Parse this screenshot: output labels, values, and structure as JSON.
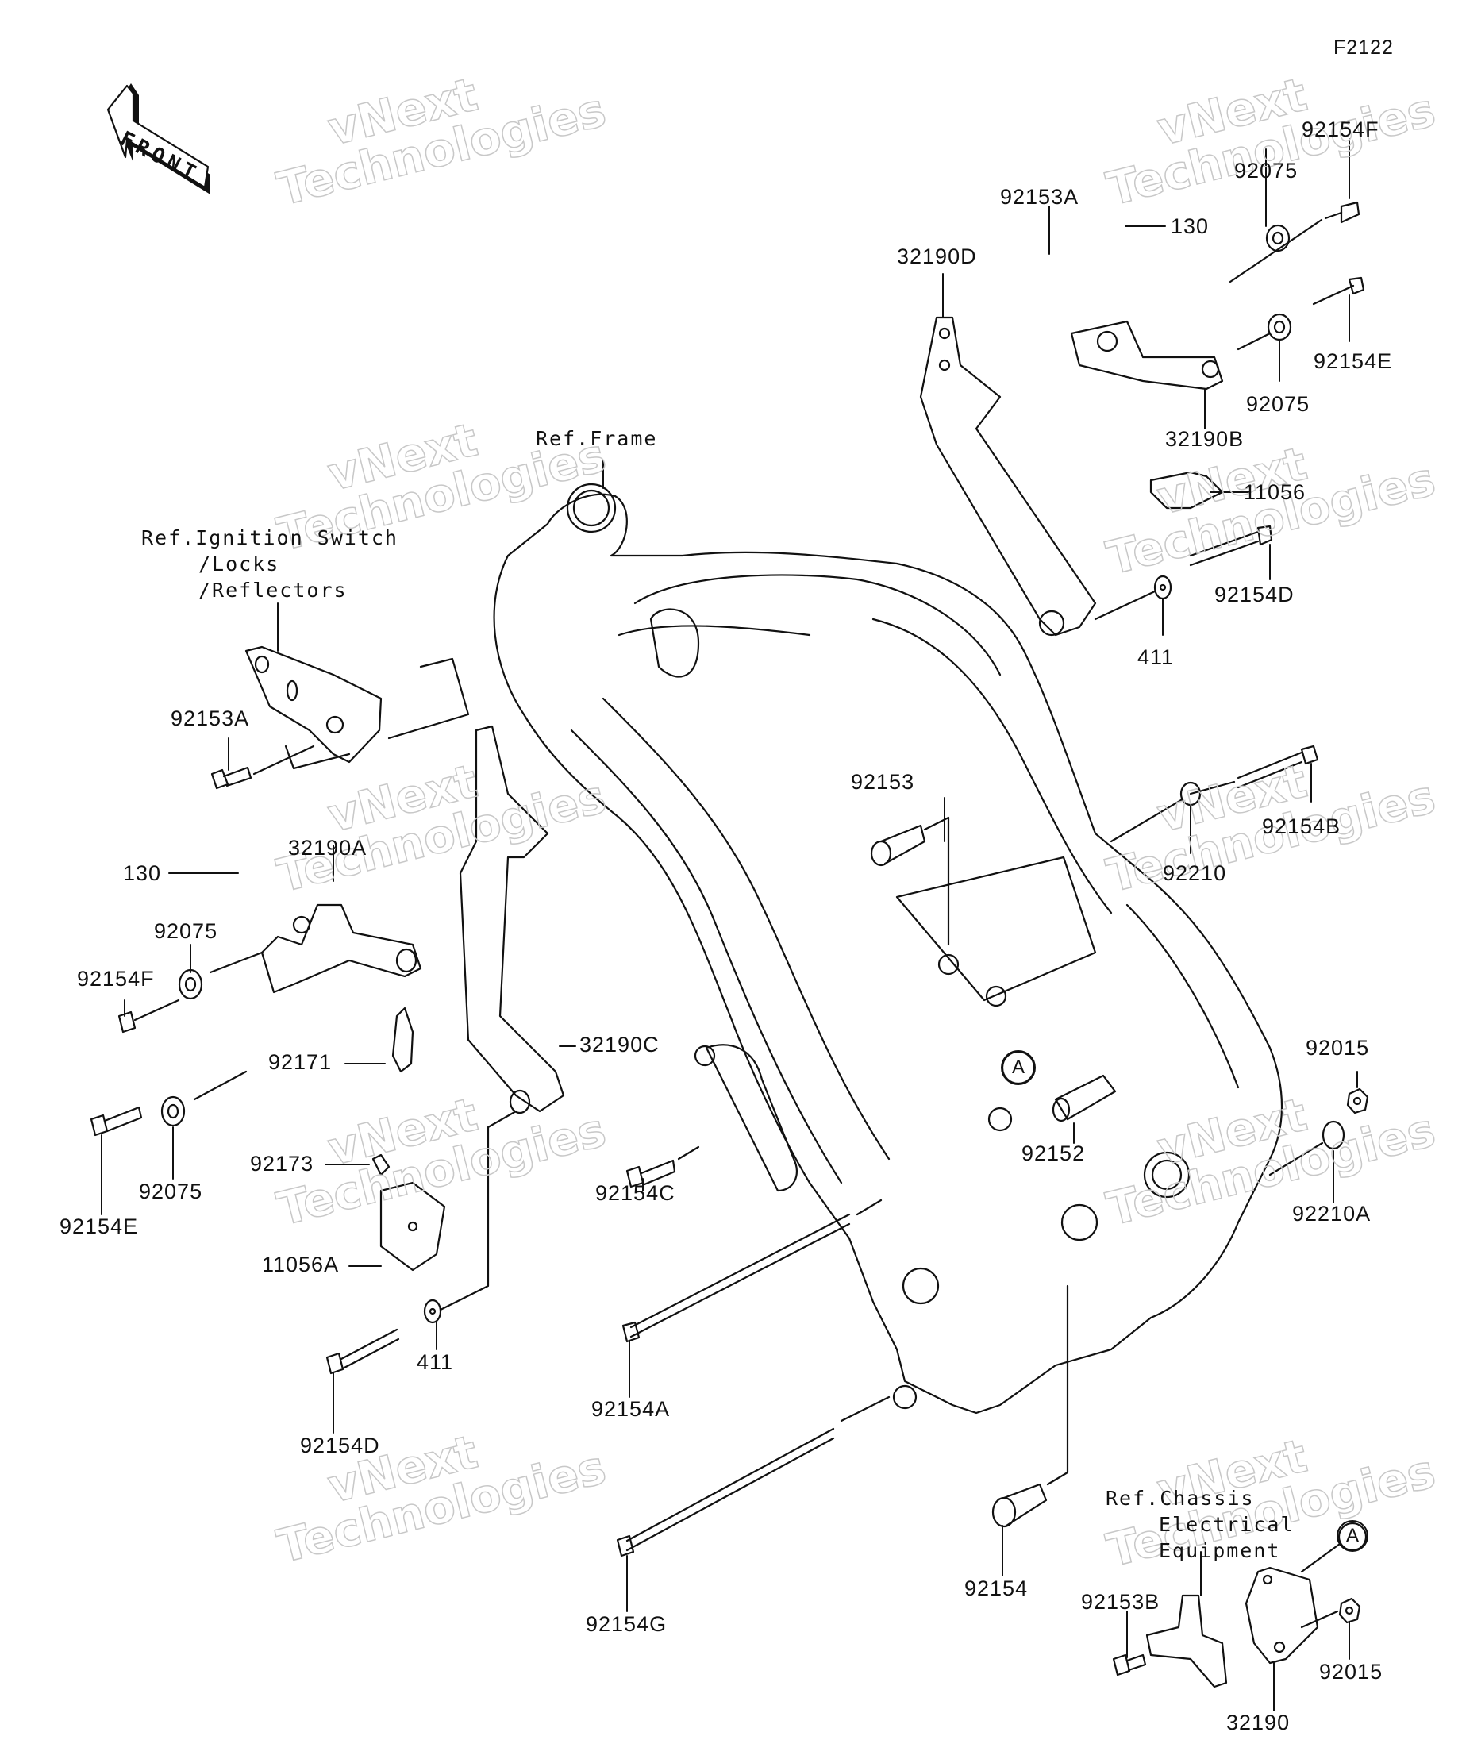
{
  "diagram_code": "F2122",
  "front_arrow": {
    "label": "FRONT",
    "icon": "front-direction-arrow-icon"
  },
  "watermark": {
    "line1": "vNext",
    "line2": "Technologies"
  },
  "references": {
    "frame": "Ref.Frame",
    "ignition": [
      "Ref.Ignition Switch",
      "/Locks",
      "/Reflectors"
    ],
    "chassis": [
      "Ref.Chassis",
      "Electrical",
      "Equipment"
    ]
  },
  "callout_marker": "A",
  "parts": [
    {
      "id": "p1",
      "number": "92154F"
    },
    {
      "id": "p2",
      "number": "92075"
    },
    {
      "id": "p3",
      "number": "92153A"
    },
    {
      "id": "p4",
      "number": "130"
    },
    {
      "id": "p5",
      "number": "32190D"
    },
    {
      "id": "p6",
      "number": "92154E"
    },
    {
      "id": "p7",
      "number": "92075"
    },
    {
      "id": "p8",
      "number": "32190B"
    },
    {
      "id": "p9",
      "number": "11056"
    },
    {
      "id": "p10",
      "number": "92154D"
    },
    {
      "id": "p11",
      "number": "411"
    },
    {
      "id": "p12",
      "number": "92153A"
    },
    {
      "id": "p13",
      "number": "92153"
    },
    {
      "id": "p14",
      "number": "92154B"
    },
    {
      "id": "p15",
      "number": "92210"
    },
    {
      "id": "p16",
      "number": "130"
    },
    {
      "id": "p17",
      "number": "32190A"
    },
    {
      "id": "p18",
      "number": "92075"
    },
    {
      "id": "p19",
      "number": "92154F"
    },
    {
      "id": "p20",
      "number": "92171"
    },
    {
      "id": "p21",
      "number": "32190C"
    },
    {
      "id": "p22",
      "number": "92015"
    },
    {
      "id": "p23",
      "number": "92154C"
    },
    {
      "id": "p24",
      "number": "92152"
    },
    {
      "id": "p25",
      "number": "92210A"
    },
    {
      "id": "p26",
      "number": "92173"
    },
    {
      "id": "p27",
      "number": "92075"
    },
    {
      "id": "p28",
      "number": "92154E"
    },
    {
      "id": "p29",
      "number": "11056A"
    },
    {
      "id": "p30",
      "number": "411"
    },
    {
      "id": "p31",
      "number": "92154D"
    },
    {
      "id": "p32",
      "number": "92154A"
    },
    {
      "id": "p33",
      "number": "92154"
    },
    {
      "id": "p34",
      "number": "92154G"
    },
    {
      "id": "p35",
      "number": "92153B"
    },
    {
      "id": "p36",
      "number": "92015"
    },
    {
      "id": "p37",
      "number": "32190"
    }
  ]
}
